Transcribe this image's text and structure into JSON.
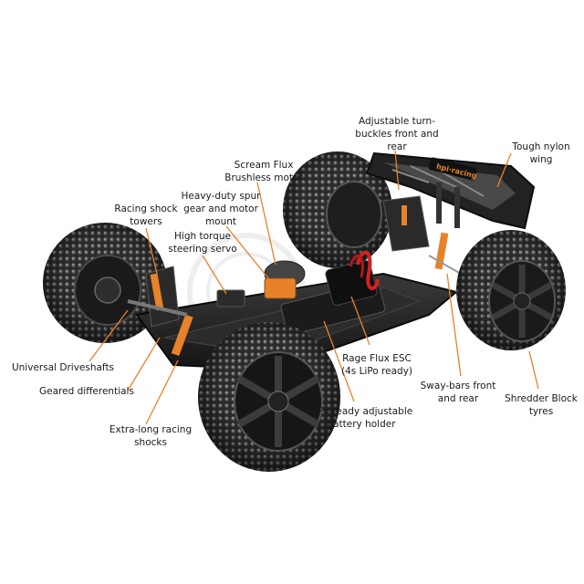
{
  "diagram": {
    "callouts": [
      {
        "id": "adjustable-turnbuckles",
        "text": "Adjustable turn-\nbuckles front and\nrear"
      },
      {
        "id": "tough-nylon-wing",
        "text": "Tough nylon wing"
      },
      {
        "id": "scream-flux-motor",
        "text": "Scream Flux\nBrushless motor"
      },
      {
        "id": "heavy-duty-spur-gear",
        "text": "Heavy-duty spur\ngear and motor\nmount"
      },
      {
        "id": "racing-shock-towers",
        "text": "Racing shock\ntowers"
      },
      {
        "id": "high-torque-servo",
        "text": "High torque\nsteering servo"
      },
      {
        "id": "universal-driveshafts",
        "text": "Universal Driveshafts"
      },
      {
        "id": "geared-differentials",
        "text": "Geared differentials"
      },
      {
        "id": "extra-long-shocks",
        "text": "Extra-long racing\nshocks"
      },
      {
        "id": "lipo-battery-holder",
        "text": "LiPo ready adjustable\nbattery holder"
      },
      {
        "id": "rage-flux-esc",
        "text": "Rage Flux ESC\n(4s LiPo ready)"
      },
      {
        "id": "sway-bars",
        "text": "Sway-bars front\nand rear"
      },
      {
        "id": "shredder-block-tyres",
        "text": "Shredder Block\ntyres"
      }
    ],
    "wing_logo": "hpi·racing",
    "accent_color": "#e8822a"
  }
}
